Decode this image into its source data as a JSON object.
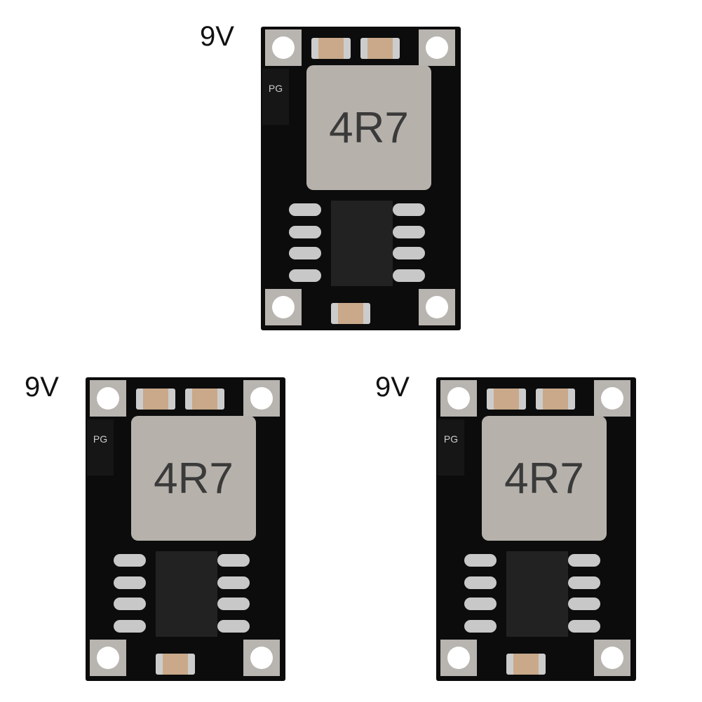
{
  "boards": [
    {
      "label": "9V",
      "inductor_marking": "4R7",
      "pg_marking": "PG"
    },
    {
      "label": "9V",
      "inductor_marking": "4R7",
      "pg_marking": "PG"
    },
    {
      "label": "9V",
      "inductor_marking": "4R7",
      "pg_marking": "PG"
    }
  ]
}
